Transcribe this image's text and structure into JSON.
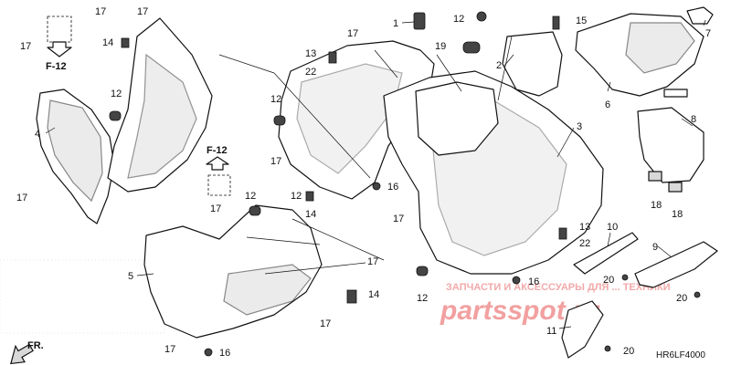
{
  "diagram": {
    "code": "HR6LF4000",
    "front_arrow_label": "FR.",
    "section_refs": [
      "F-12",
      "F-12"
    ],
    "watermark": {
      "line1": "ЗАПЧАСТИ И АКСЕССУАРЫ ДЛЯ ... ТЕХНИКИ",
      "brand": "partsspot.ru"
    },
    "callouts": [
      "1",
      "2",
      "3",
      "4",
      "5",
      "6",
      "7",
      "8",
      "9",
      "10",
      "11",
      "12",
      "12",
      "12",
      "12",
      "12",
      "12",
      "13",
      "13",
      "14",
      "14",
      "14",
      "15",
      "16",
      "16",
      "16",
      "17",
      "17",
      "17",
      "17",
      "17",
      "17",
      "17",
      "17",
      "17",
      "17",
      "17",
      "18",
      "18",
      "19",
      "20",
      "20",
      "20",
      "22",
      "22"
    ]
  }
}
